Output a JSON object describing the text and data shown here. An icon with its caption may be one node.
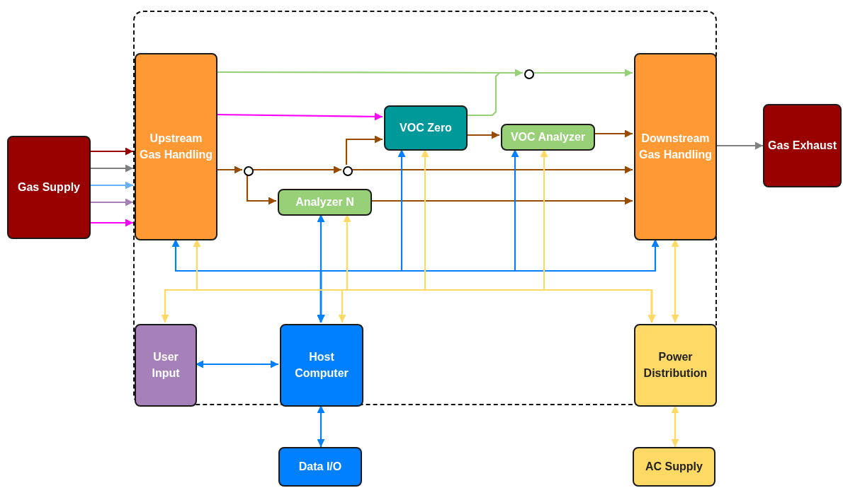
{
  "diagram": {
    "nodes": [
      {
        "text": [],
        "shape": "box"
      },
      {
        "text": [
          "Gas Supply"
        ]
      },
      {
        "text": [
          "Upstream Gas Handling"
        ],
        "in": 0
      },
      {
        "text": [
          "VOC Zero"
        ],
        "in": 0
      },
      {
        "text": [
          "VOC Analyzer"
        ],
        "in": 0
      },
      {
        "text": [
          "Analyzer N"
        ],
        "in": 0
      },
      {
        "text": [
          "Downstream Gas Handling"
        ],
        "in": 0
      },
      {
        "text": [
          "Gas Exhaust"
        ]
      },
      {
        "text": [],
        "shape": "circle",
        "in": 0
      },
      {
        "text": [],
        "shape": "circle",
        "in": 0
      },
      {
        "text": [],
        "shape": "circle",
        "in": 0
      },
      {
        "text": [
          "User Input"
        ],
        "in": 0
      },
      {
        "text": [
          "Host Computer"
        ],
        "in": 0
      },
      {
        "text": [
          "Power Distribution"
        ],
        "in": 0
      },
      {
        "text": [
          "Data I/O"
        ]
      },
      {
        "text": [
          "AC Supply"
        ]
      }
    ],
    "edges": [
      {
        "from": 1,
        "to": 2,
        "arrow": "to",
        "color": "#990000"
      },
      {
        "from": 1,
        "to": 2,
        "arrow": "to",
        "color": "#808080"
      },
      {
        "from": 1,
        "to": 2,
        "arrow": "to",
        "color": "#66b2ff"
      },
      {
        "from": 1,
        "to": 2,
        "arrow": "to",
        "color": "#a680b8"
      },
      {
        "from": 1,
        "to": 2,
        "arrow": "to",
        "color": "#ff00ff"
      },
      {
        "from": 2,
        "to": 8,
        "arrow": "to",
        "color": "#97d077"
      },
      {
        "from": 8,
        "to": 6,
        "arrow": "to",
        "color": "#97d077"
      },
      {
        "from": 3,
        "to": 8,
        "arrow": "none",
        "color": "#97d077"
      },
      {
        "from": 2,
        "to": 3,
        "arrow": "to",
        "color": "#ff00ff"
      },
      {
        "from": 2,
        "to": 9,
        "arrow": "to",
        "color": "#994c00"
      },
      {
        "from": 9,
        "to": 10,
        "arrow": "to",
        "color": "#994c00"
      },
      {
        "from": 10,
        "to": 6,
        "arrow": "to",
        "color": "#994c00"
      },
      {
        "from": 10,
        "to": 3,
        "arrow": "to",
        "color": "#994c00"
      },
      {
        "from": 9,
        "to": 5,
        "arrow": "to",
        "color": "#994c00"
      },
      {
        "from": 5,
        "to": 6,
        "arrow": "to",
        "color": "#994c00"
      },
      {
        "from": 3,
        "to": 4,
        "arrow": "to",
        "color": "#994c00"
      },
      {
        "from": 4,
        "to": 6,
        "arrow": "to",
        "color": "#994c00"
      },
      {
        "from": 6,
        "to": 7,
        "arrow": "to",
        "color": "#808080"
      },
      {
        "from": 12,
        "to": 2,
        "arrow": "both",
        "color": "#007fff"
      },
      {
        "from": 12,
        "to": 5,
        "arrow": "both",
        "color": "#007fff"
      },
      {
        "from": 12,
        "to": 3,
        "arrow": "both",
        "color": "#007fff"
      },
      {
        "from": 12,
        "to": 4,
        "arrow": "both",
        "color": "#007fff"
      },
      {
        "from": 12,
        "to": 6,
        "arrow": "both",
        "color": "#007fff"
      },
      {
        "from": 11,
        "to": 12,
        "arrow": "both",
        "color": "#007fff"
      },
      {
        "from": 12,
        "to": 14,
        "arrow": "both",
        "color": "#007fff"
      },
      {
        "from": 13,
        "to": 2,
        "arrow": "both",
        "color": "#ffd966"
      },
      {
        "from": 13,
        "to": 11,
        "arrow": "both",
        "color": "#ffd966"
      },
      {
        "from": 13,
        "to": 12,
        "arrow": "both",
        "color": "#ffd966"
      },
      {
        "from": 13,
        "to": 5,
        "arrow": "both",
        "color": "#ffd966"
      },
      {
        "from": 13,
        "to": 3,
        "arrow": "both",
        "color": "#ffd966"
      },
      {
        "from": 13,
        "to": 4,
        "arrow": "both",
        "color": "#ffd966"
      },
      {
        "from": 13,
        "to": 6,
        "arrow": "both",
        "color": "#ffd966"
      },
      {
        "from": 13,
        "to": 15,
        "arrow": "both",
        "color": "#ffd966"
      }
    ]
  }
}
